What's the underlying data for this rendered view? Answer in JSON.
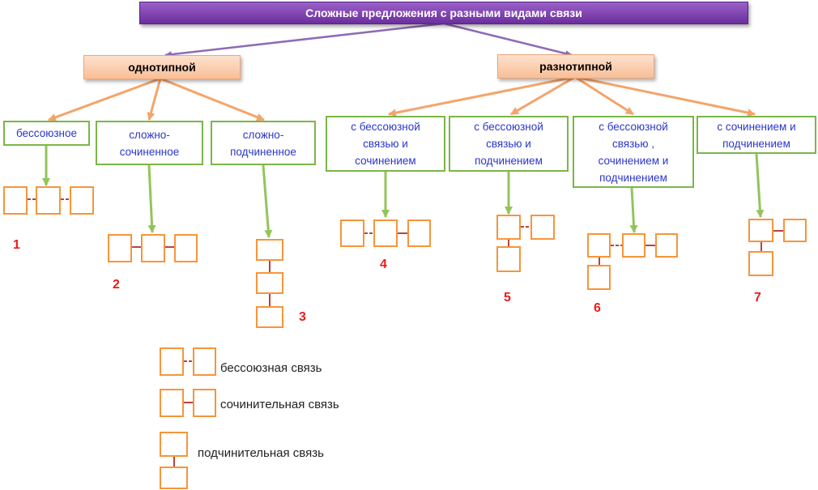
{
  "title": "Сложные предложения с разными видами связи",
  "categories": [
    "однотипной",
    "разнотипной"
  ],
  "types": [
    {
      "label": "бессоюзное",
      "number": "1"
    },
    {
      "label": "сложно-сочиненное",
      "number": "2"
    },
    {
      "label": "сложно-подчиненное",
      "number": "3"
    },
    {
      "label": "с бессоюзной связью и сочинением",
      "number": "4"
    },
    {
      "label": "с бессоюзной связью  и подчинением",
      "number": "5"
    },
    {
      "label": "с бессоюзной связью , сочинением и подчинением",
      "number": "6"
    },
    {
      "label": "с сочинением и подчинением",
      "number": "7"
    }
  ],
  "legend": [
    {
      "label": "бессоюзная связь"
    },
    {
      "label": "сочинительная связь"
    },
    {
      "label": "подчинительная связь"
    }
  ],
  "colors": {
    "title_fill": "#7d3fb0",
    "category_fill": "#fbcfb0",
    "type_border": "#7ab648",
    "type_text": "#2b36c8",
    "square_border": "#f7953a",
    "link_line": "#b8443c",
    "number": "#ee1b1b",
    "title_arrow": "#8e6bb4",
    "category_arrow": "#f4a46a",
    "type_arrow": "#93c45a"
  }
}
